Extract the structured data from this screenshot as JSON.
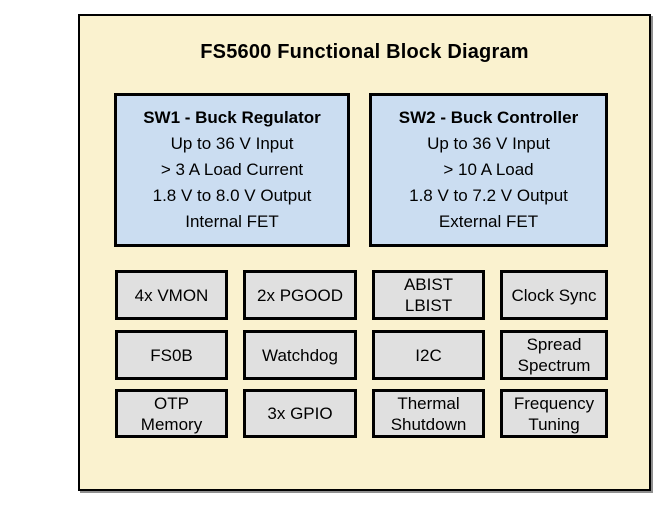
{
  "title": "FS5600 Functional Block Diagram",
  "colors": {
    "page_bg": "#ffffff",
    "diagram_bg": "#FAF2CF",
    "regulator_bg": "#CBDDF1",
    "feature_bg": "#E0E0E0",
    "border": "#000000",
    "shadow": "#8f8f8f",
    "text": "#000000"
  },
  "regulators": [
    {
      "title": "SW1 - Buck Regulator",
      "lines": [
        "Up to 36 V Input",
        "> 3 A Load Current",
        "1.8 V to 8.0 V Output",
        "Internal FET"
      ]
    },
    {
      "title": "SW2 - Buck Controller",
      "lines": [
        "Up to 36 V Input",
        "> 10 A Load",
        "1.8 V to 7.2 V Output",
        "External FET"
      ]
    }
  ],
  "features": {
    "rows": [
      [
        "4x VMON",
        "2x PGOOD",
        "ABIST\nLBIST",
        "Clock Sync"
      ],
      [
        "FS0B",
        "Watchdog",
        "I2C",
        "Spread\nSpectrum"
      ],
      [
        "OTP\nMemory",
        "3x GPIO",
        "Thermal\nShutdown",
        "Frequency\nTuning"
      ]
    ]
  }
}
